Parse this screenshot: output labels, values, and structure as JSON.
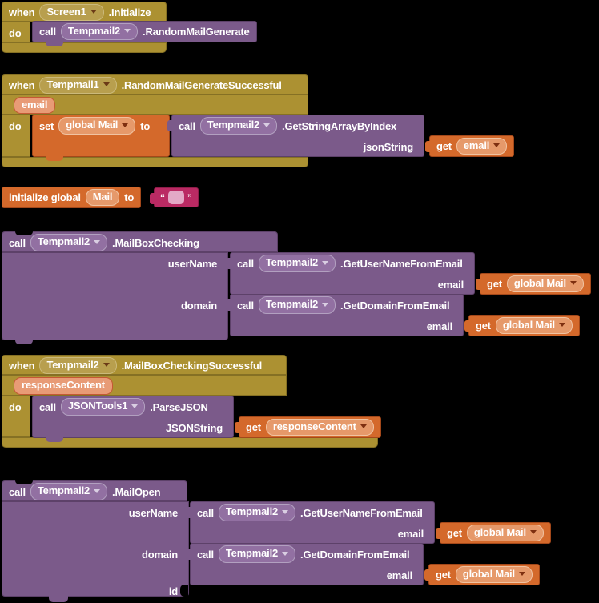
{
  "workspace": {
    "background": "#000000"
  },
  "palette": {
    "event_gold": "#AC9132",
    "method_purple": "#7B5A8A",
    "variable_orange": "#D4692B",
    "text_pink": "#BA2A63"
  },
  "blocks": {
    "screen_init": {
      "when": "when",
      "do": "do",
      "component": "Screen1",
      "event": ".Initialize",
      "call": {
        "call": "call",
        "component": "Tempmail2",
        "method": ".RandomMailGenerate"
      }
    },
    "random_success": {
      "when": "when",
      "do": "do",
      "component": "Tempmail1",
      "event": ".RandomMailGenerateSuccessful",
      "param": "email",
      "set": {
        "set": "set",
        "variable": "global Mail",
        "to": "to"
      },
      "call": {
        "call": "call",
        "component": "Tempmail2",
        "method": ".GetStringArrayByIndex",
        "arg": "jsonString"
      },
      "get": {
        "get": "get",
        "variable": "email"
      }
    },
    "init_global": {
      "label": "initialize global",
      "name": "Mail",
      "to": "to",
      "quote_open": "“",
      "quote_close": "”"
    },
    "mailbox_checking": {
      "call": "call",
      "component": "Tempmail2",
      "method": ".MailBoxChecking",
      "arg_username": "userName",
      "arg_domain": "domain",
      "username_call": {
        "call": "call",
        "component": "Tempmail2",
        "method": ".GetUserNameFromEmail",
        "arg": "email"
      },
      "username_get": {
        "get": "get",
        "variable": "global Mail"
      },
      "domain_call": {
        "call": "call",
        "component": "Tempmail2",
        "method": ".GetDomainFromEmail",
        "arg": "email"
      },
      "domain_get": {
        "get": "get",
        "variable": "global Mail"
      }
    },
    "mailbox_success": {
      "when": "when",
      "do": "do",
      "component": "Tempmail2",
      "event": ".MailBoxCheckingSuccessful",
      "param": "responseContent",
      "call": {
        "call": "call",
        "component": "JSONTools1",
        "method": ".ParseJSON",
        "arg": "JSONString"
      },
      "get": {
        "get": "get",
        "variable": "responseContent"
      }
    },
    "mail_open": {
      "call": "call",
      "component": "Tempmail2",
      "method": ".MailOpen",
      "arg_username": "userName",
      "arg_domain": "domain",
      "arg_id": "id",
      "username_call": {
        "call": "call",
        "component": "Tempmail2",
        "method": ".GetUserNameFromEmail",
        "arg": "email"
      },
      "username_get": {
        "get": "get",
        "variable": "global Mail"
      },
      "domain_call": {
        "call": "call",
        "component": "Tempmail2",
        "method": ".GetDomainFromEmail",
        "arg": "email"
      },
      "domain_get": {
        "get": "get",
        "variable": "global Mail"
      }
    }
  }
}
